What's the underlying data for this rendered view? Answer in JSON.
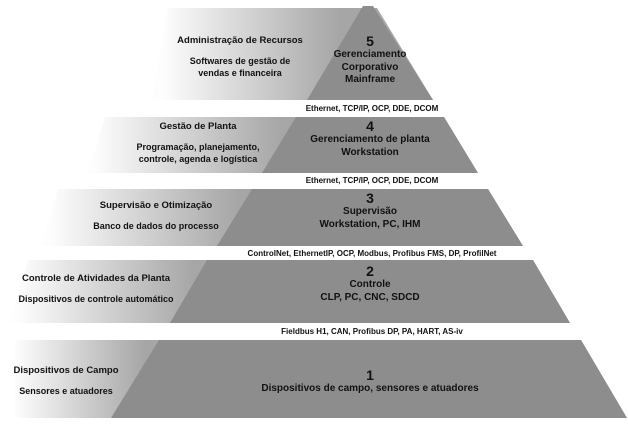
{
  "pyramid": {
    "levels": [
      {
        "number": "5",
        "left_title": "Administração de Recursos",
        "left_subtitle": "Softwares de gestão de\nvendas e financeira",
        "dark_text": "Gerenciamento\nCorporativo\nMainframe"
      },
      {
        "number": "4",
        "left_title": "Gestão de Planta",
        "left_subtitle": "Programação, planejamento,\ncontrole, agenda e logística",
        "dark_text": "Gerenciamento de planta\nWorkstation"
      },
      {
        "number": "3",
        "left_title": "Supervisão e Otimização",
        "left_subtitle": "Banco de dados do processo",
        "dark_text": "Supervisão\nWorkstation, PC, IHM"
      },
      {
        "number": "2",
        "left_title": "Controle de Atividades da Planta",
        "left_subtitle": "Dispositivos de controle automático",
        "dark_text": "Controle\nCLP, PC, CNC, SDCD"
      },
      {
        "number": "1",
        "left_title": "Dispositivos de Campo",
        "left_subtitle": "Sensores e atuadores",
        "dark_text": "Dispositivos de campo, sensores e atuadores"
      }
    ],
    "separators": [
      "Ethernet, TCP/IP, OCP, DDE, DCOM",
      "Ethernet, TCP/IP, OCP, DDE, DCOM",
      "ControlNet, EthernetIP, OCP, Modbus, Profibus FMS, DP, ProfilNet",
      "Fieldbus H1, CAN, Profibus DP, PA, HART, AS-iv"
    ],
    "colors": {
      "dark_gray": "#8d8d8d",
      "light_gradient_start": "#fdfdfd",
      "light_gradient_end": "#a6a6a6",
      "text": "#111111",
      "background": "#ffffff"
    }
  }
}
